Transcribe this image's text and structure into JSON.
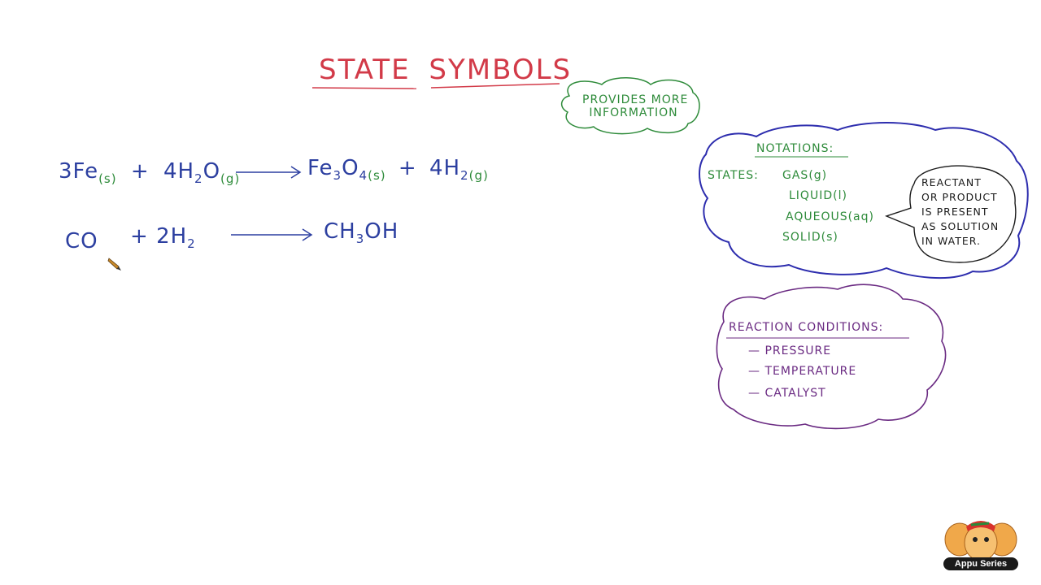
{
  "title": {
    "word1": "STATE",
    "word2": "SYMBOLS"
  },
  "provides_bubble": {
    "line1": "PROVIDES MORE",
    "line2": "INFORMATION"
  },
  "equation1": {
    "r1": "3Fe",
    "r1_state": "(s)",
    "plus1": "+",
    "r2": "4H",
    "r2_sub": "2",
    "r2_tail": "O",
    "r2_state": "(g)",
    "p1": "Fe",
    "p1_sub1": "3",
    "p1_mid": "O",
    "p1_sub2": "4",
    "p1_state": "(s)",
    "plus2": "+",
    "p2": "4H",
    "p2_sub": "2",
    "p2_state": "(g)"
  },
  "equation2": {
    "r1": "CO",
    "plus": "+",
    "r2": "2H",
    "r2_sub": "2",
    "p1": "CH",
    "p1_sub": "3",
    "p1_tail": "OH"
  },
  "notations": {
    "heading": "NOTATIONS:",
    "states_label": "STATES:",
    "items": [
      "GAS(g)",
      "LIQUID(l)",
      "AQUEOUS(aq)",
      "SOLID(s)"
    ]
  },
  "aqueous_bubble": {
    "lines": [
      "REACTANT",
      "OR PRODUCT",
      "IS PRESENT",
      "AS SOLUTION",
      "IN WATER."
    ]
  },
  "reaction_conditions": {
    "heading": "REACTION CONDITIONS:",
    "items": [
      "— PRESSURE",
      "— TEMPERATURE",
      "— CATALYST"
    ]
  },
  "logo": {
    "text": "Appu Series"
  },
  "colors": {
    "title": "#d23a48",
    "equations": "#2c3fa0",
    "states": "#2e8b3a",
    "notations_cloud": "#2d2dae",
    "conditions_cloud": "#6a2a82",
    "logo_banner": "#1a1a1a"
  }
}
